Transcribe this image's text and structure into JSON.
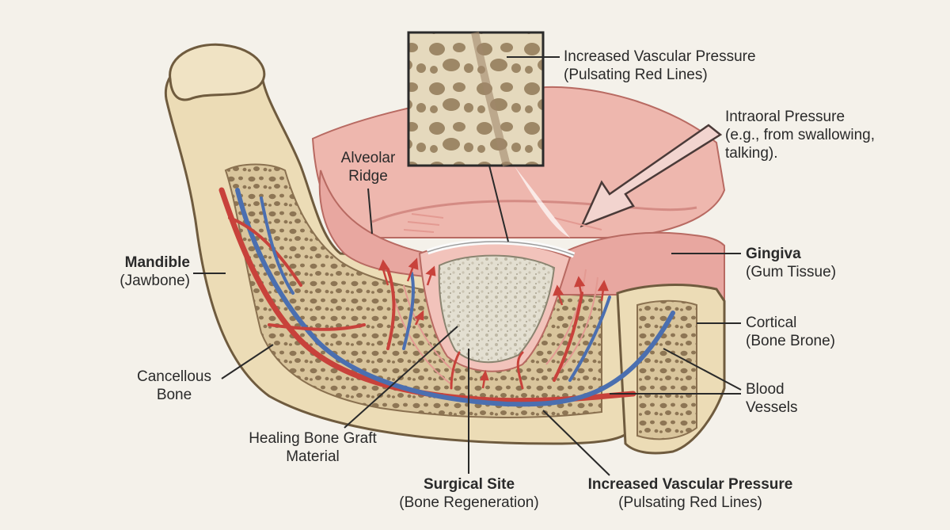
{
  "labels": {
    "mandible": {
      "title": "Mandible",
      "sub": "(Jawbone)"
    },
    "cancellous": {
      "line1": "Cancellous",
      "line2": "Bone"
    },
    "alveolar": {
      "line1": "Alveolar",
      "line2": "Ridge"
    },
    "healing_graft": {
      "line1": "Healing Bone Graft",
      "line2": "Material"
    },
    "surgical_site": {
      "title": "Surgical Site",
      "sub": "(Bone Regeneration)"
    },
    "vascular_bottom": {
      "title": "Increased Vascular Pressure",
      "sub": "(Pulsating Red Lines)"
    },
    "vascular_top": {
      "line1": "Increased Vascular Pressure",
      "line2": "(Pulsating Red Lines)"
    },
    "intraoral": {
      "line1": "Intraoral Pressure",
      "line2": "(e.g., from swallowing,",
      "line3": "talking)."
    },
    "gingiva": {
      "title": "Gingiva",
      "sub": "(Gum Tissue)"
    },
    "cortical": {
      "line1": "Cortical",
      "line2": "(Bone Brone)"
    },
    "blood_vessels": {
      "line1": "Blood",
      "line2": "Vessels"
    }
  },
  "colors": {
    "background": "#f4f1ea",
    "bone": "#ecdcb6",
    "cancellous": "#cdb58a",
    "gum": "#e8a7a0",
    "artery": "#c8423b",
    "vein": "#4b6fb0",
    "graft": "#dcd7c6"
  }
}
